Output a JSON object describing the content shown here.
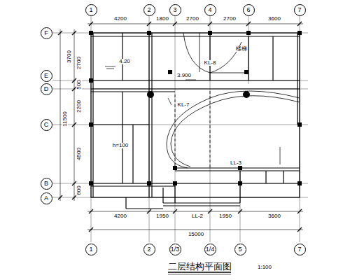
{
  "diagram": {
    "title": "二层结构平面图",
    "nodes": [
      {
        "text": [
          "1"
        ]
      },
      {
        "text": [
          "2"
        ]
      },
      {
        "text": [
          "3"
        ]
      },
      {
        "text": [
          "4"
        ]
      },
      {
        "text": [
          "6"
        ]
      },
      {
        "text": [
          "7"
        ]
      },
      {
        "text": [
          "F"
        ]
      },
      {
        "text": [
          "E"
        ]
      },
      {
        "text": [
          "D"
        ]
      },
      {
        "text": [
          "C"
        ]
      },
      {
        "text": [
          "B"
        ]
      },
      {
        "text": [
          "A"
        ]
      },
      {
        "text": [
          "1"
        ]
      },
      {
        "text": [
          "2"
        ]
      },
      {
        "text": [
          "1/3"
        ]
      },
      {
        "text": [
          "1/4"
        ]
      },
      {
        "text": [
          "5"
        ]
      },
      {
        "text": [
          "7"
        ]
      }
    ],
    "labels": [
      "4200",
      "1800",
      "2700",
      "2700",
      "3600",
      "4200",
      "1950",
      "1950",
      "3600",
      "15000",
      "3700",
      "2700",
      "500",
      "2200",
      "4500",
      "600",
      "11500",
      "楼梯",
      "KL-8",
      "KL-7",
      "3.900",
      "4.20",
      "h=100",
      "LL-3",
      "LL-2",
      "1:100"
    ]
  }
}
